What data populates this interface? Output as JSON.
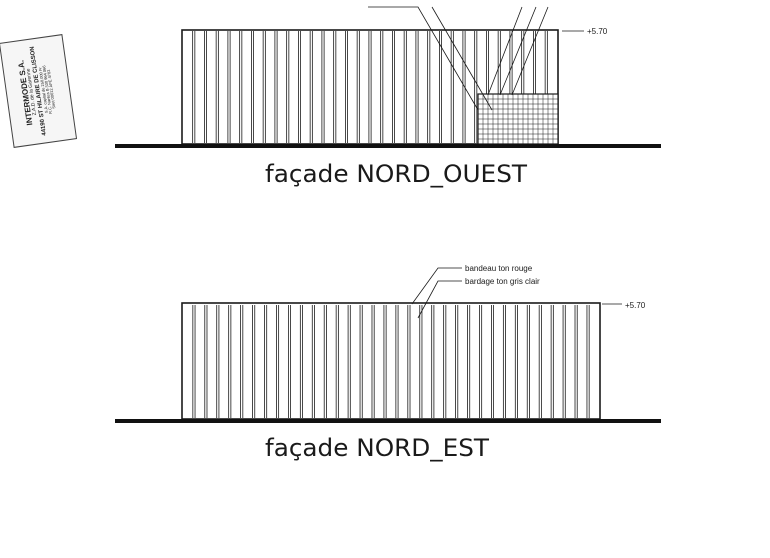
{
  "stamp": {
    "lines": [
      "INTERMODE S.A.",
      "Z.A.D. de la Garenne",
      "44190 ST HILAIRE DE CLISSON",
      "S.A. capital de 250.000 Fr",
      "R.C. Nantes B 330 964 066",
      "Siret 00012 APE 4702"
    ]
  },
  "facade_nord_ouest": {
    "title": "façade NORD_OUEST",
    "level_label": "+5.70",
    "vertical_slats": 32,
    "has_grid_panel": true
  },
  "facade_nord_est": {
    "title": "façade NORD_EST",
    "level_label": "+5.70",
    "vertical_slats": 35,
    "annotations": [
      "bandeau ton rouge",
      "bardage ton gris clair"
    ]
  },
  "colors": {
    "ink": "#1a1a1a",
    "ground": "#111111",
    "paper": "#ffffff"
  }
}
